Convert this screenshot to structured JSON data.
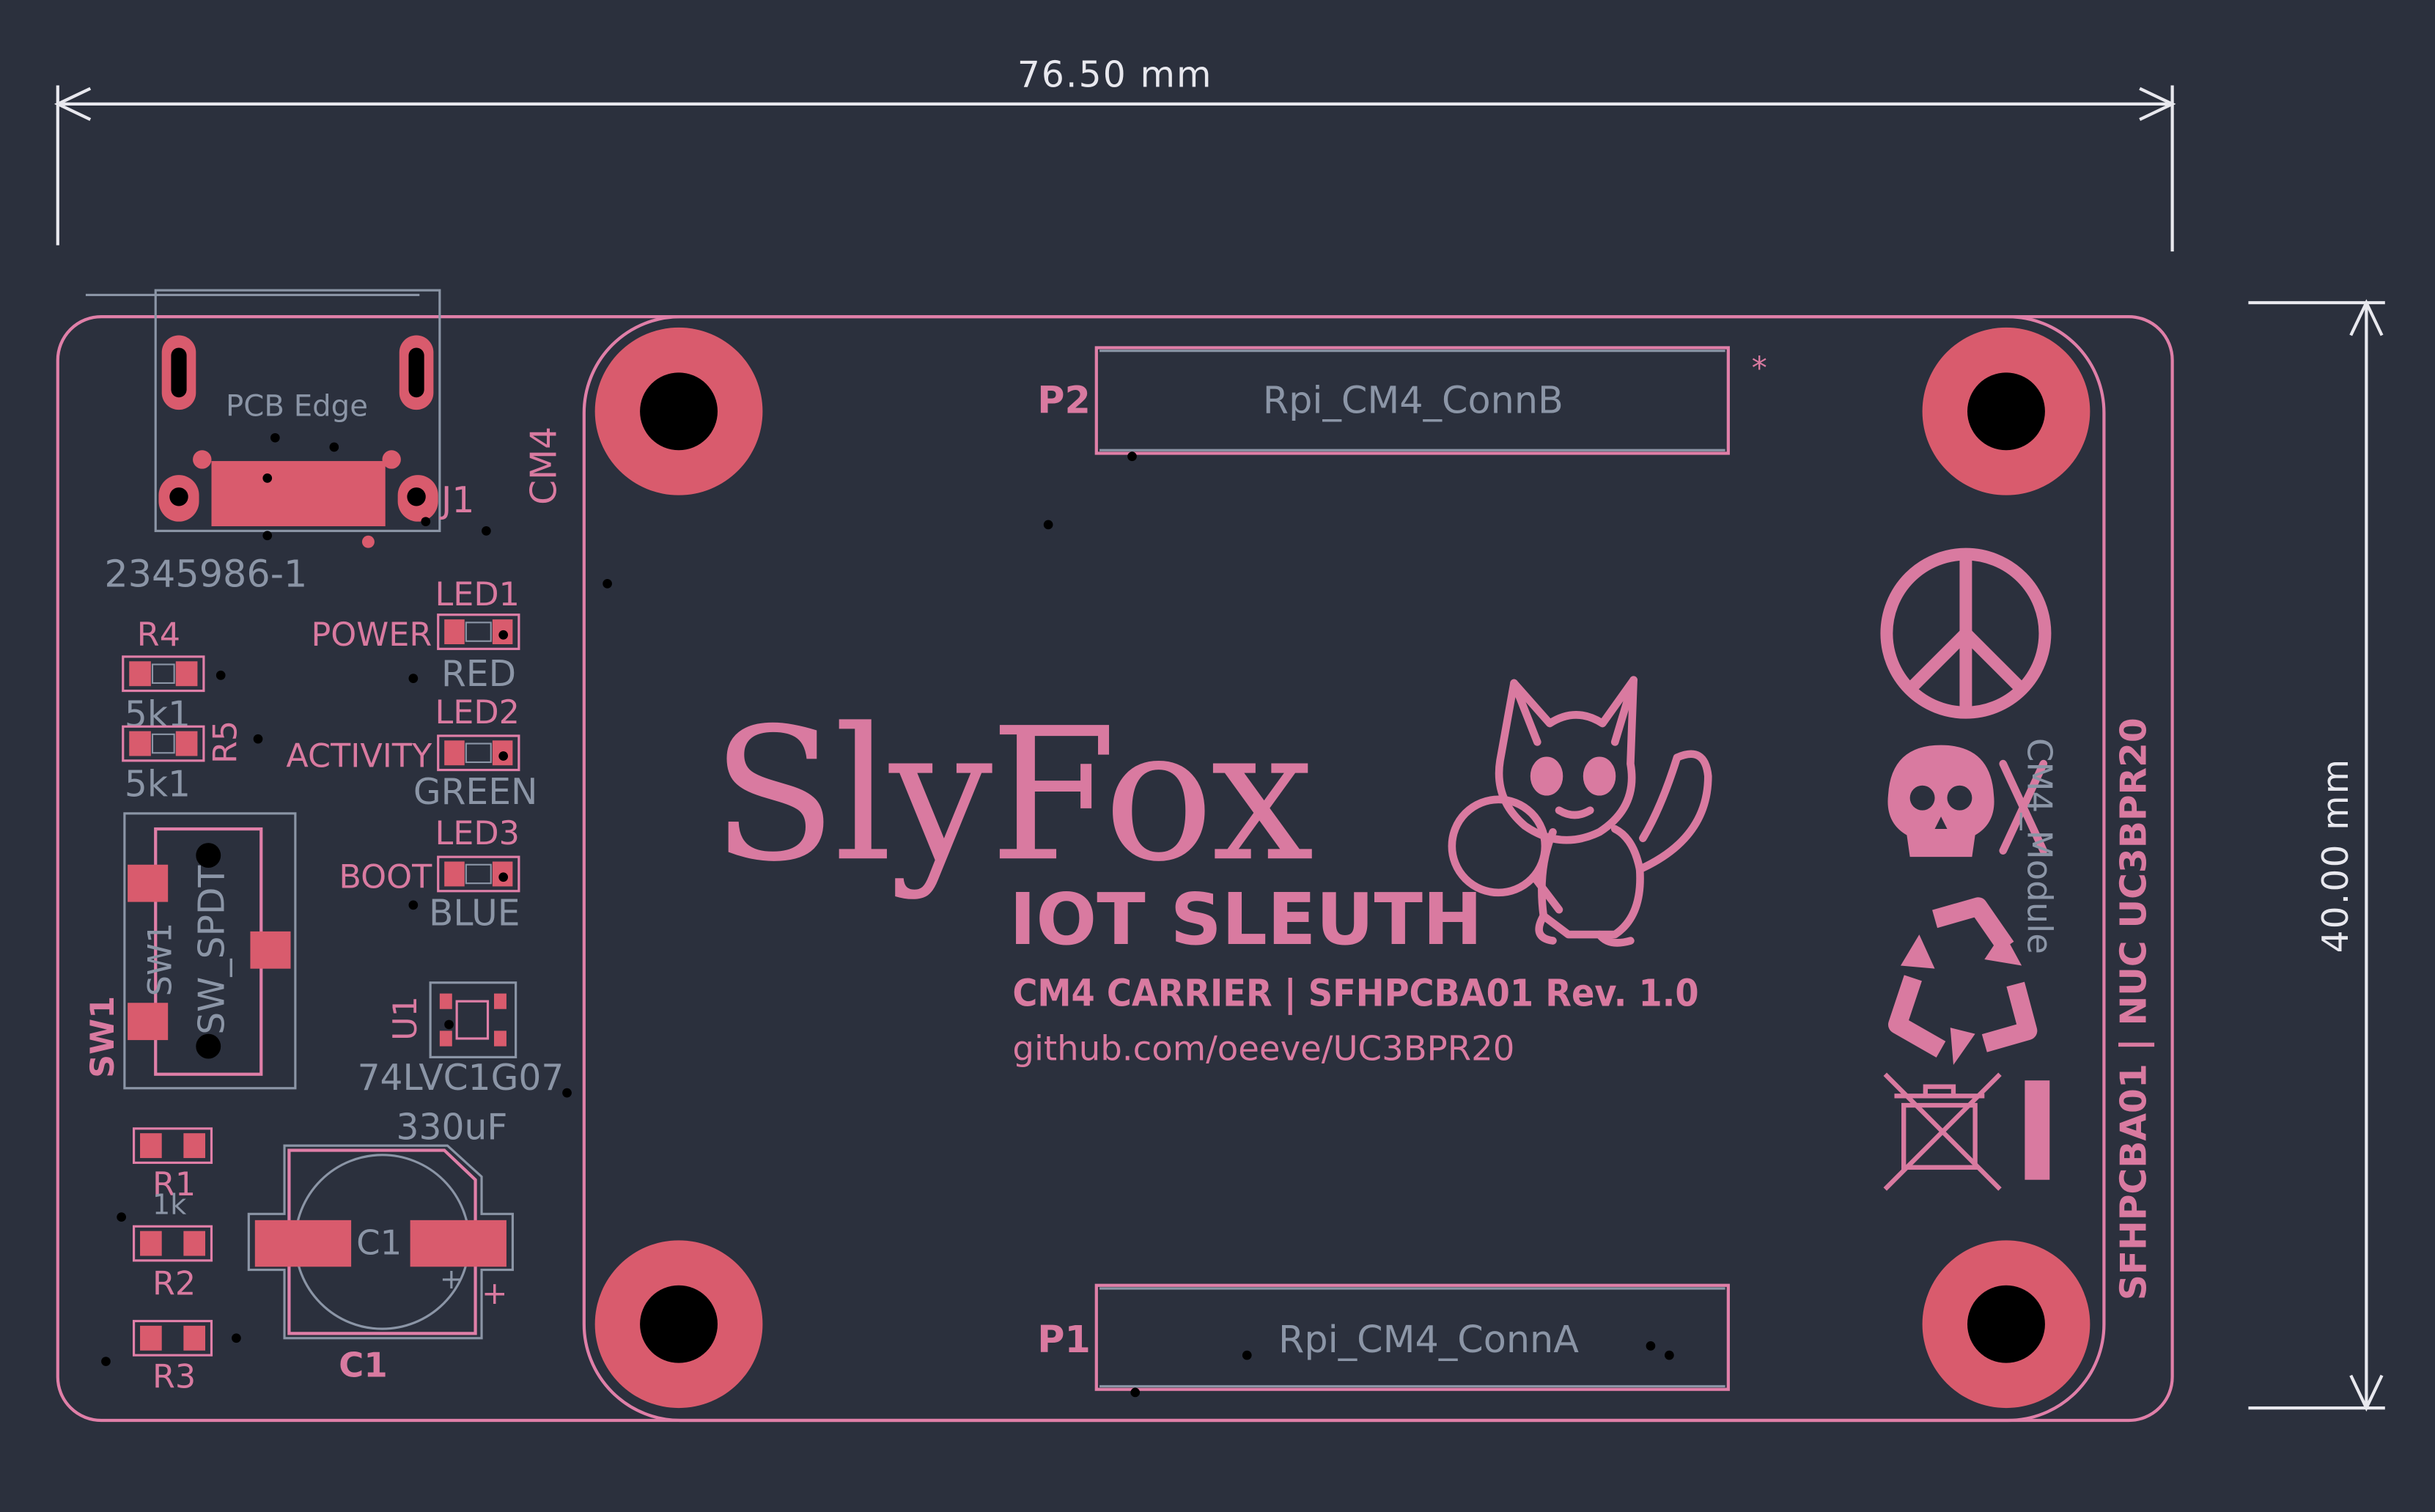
{
  "colors": {
    "background": "#2b303d",
    "silk": "#d97aa0",
    "outline": "#e07fa8",
    "pad": "#d95b6d",
    "fab": "#8b95a6",
    "dimension": "#e8e8ee",
    "hole": "#000000"
  },
  "dimensions": {
    "width_label": "76.50 mm",
    "height_label": "40.00 mm"
  },
  "connectors": {
    "top_ref": "P2",
    "top_name": "Rpi_CM4_ConnB",
    "top_marker": "*",
    "bottom_ref": "P1",
    "bottom_name": "Rpi_CM4_ConnA",
    "module_ref": "CM4",
    "module_value": "CM4_Module"
  },
  "usb": {
    "ref": "J1",
    "value": "2345986-1",
    "edge_label": "PCB Edge"
  },
  "leds": [
    {
      "ref": "LED1",
      "label": "POWER",
      "color": "RED"
    },
    {
      "ref": "LED2",
      "label": "ACTIVITY",
      "color": "GREEN"
    },
    {
      "ref": "LED3",
      "label": "BOOT",
      "color": "BLUE"
    }
  ],
  "resistors": {
    "r4_ref": "R4",
    "r4_value": "5k1",
    "r5_ref": "R5",
    "r5_value": "5k1",
    "r1_ref": "R1",
    "r1_value": "1k",
    "r2_ref": "R2",
    "r3_ref": "R3"
  },
  "switch": {
    "ref_fab": "SW1",
    "ref_silk": "SW1",
    "value": "SW_SPDT"
  },
  "ic": {
    "ref": "U1",
    "value": "74LVC1G07"
  },
  "capacitor": {
    "ref": "C1",
    "ref_fab": "C1",
    "value": "330uF",
    "plus": "+"
  },
  "branding": {
    "logo": "SlyFox",
    "tagline": "IOT SLEUTH",
    "product": "CM4 CARRIER | SFHPCBA01 Rev. 1.0",
    "url": "github.com/oeeve/UC3BPR20",
    "side_text": "SFHPCBA01 | NUC UC3BPR20"
  },
  "symbols": [
    "peace-icon",
    "skull-crossbones-icon",
    "recycle-icon",
    "weee-bin-icon"
  ]
}
